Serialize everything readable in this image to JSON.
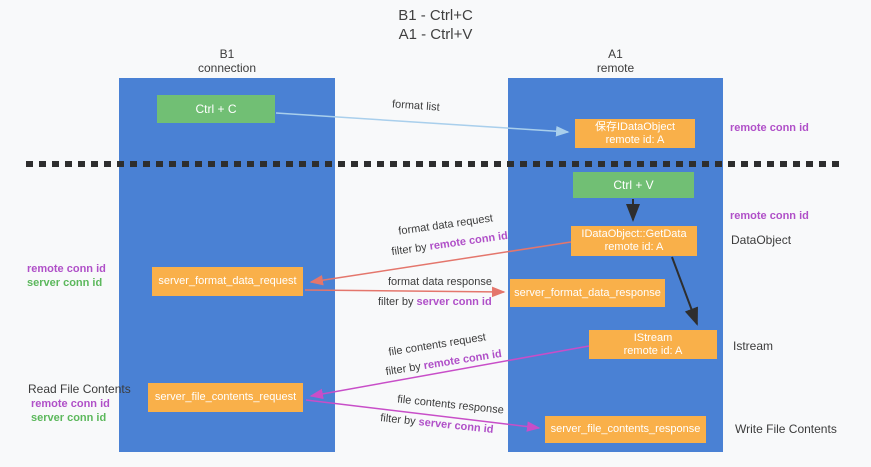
{
  "title": {
    "line1": "B1 - Ctrl+C",
    "line2": "A1 - Ctrl+V"
  },
  "columns": {
    "left": {
      "name": "B1",
      "role": "connection"
    },
    "right": {
      "name": "A1",
      "role": "remote"
    }
  },
  "nodes": {
    "ctrl_c": {
      "label": "Ctrl + C"
    },
    "ctrl_v": {
      "label": "Ctrl + V"
    },
    "save_dataobject": {
      "line1": "保存IDataObject",
      "line2": "remote id: A"
    },
    "getdata": {
      "line1": "IDataObject::GetData",
      "line2": "remote id: A"
    },
    "istream": {
      "line1": "IStream",
      "line2": "remote id: A"
    },
    "server_format_data_request": {
      "label": "server_format_data_request"
    },
    "server_format_data_response": {
      "label": "server_format_data_response"
    },
    "server_file_contents_request": {
      "label": "server_file_contents_request"
    },
    "server_file_contents_response": {
      "label": "server_file_contents_response"
    }
  },
  "arrows": {
    "format_list": {
      "label": "format list"
    },
    "format_data_request": {
      "label": "format data request",
      "filter_prefix": "filter by ",
      "filter_key": "remote conn id"
    },
    "format_data_response": {
      "label": "format data response",
      "filter_prefix": "filter by ",
      "filter_key": "server conn id"
    },
    "file_contents_request": {
      "label": "file contents request",
      "filter_prefix": "filter by ",
      "filter_key": "remote conn id"
    },
    "file_contents_response": {
      "label": "file contents response",
      "filter_prefix": "filter by ",
      "filter_key": "server conn id"
    }
  },
  "side_labels": {
    "right_top_remote_conn_id": "remote conn id",
    "right_mid_remote_conn_id": "remote conn id",
    "dataobject": "DataObject",
    "istream": "Istream",
    "write_file_contents": "Write File Contents",
    "left_remote_conn_id": "remote conn id",
    "left_server_conn_id": "server conn id",
    "read_file_contents": "Read File Contents",
    "left_bottom_remote_conn_id": "remote conn id",
    "left_bottom_server_conn_id": "server conn id"
  },
  "colors": {
    "column_blue": "#4a81d4",
    "node_orange": "#f9b04a",
    "node_green": "#71bf74",
    "arrow_light_blue": "#a9cfec",
    "arrow_salmon": "#e4766c",
    "arrow_magenta": "#c84ec8",
    "arrow_black": "#2e2e2e",
    "label_purple": "#b050c8",
    "label_green": "#5cb85c"
  }
}
